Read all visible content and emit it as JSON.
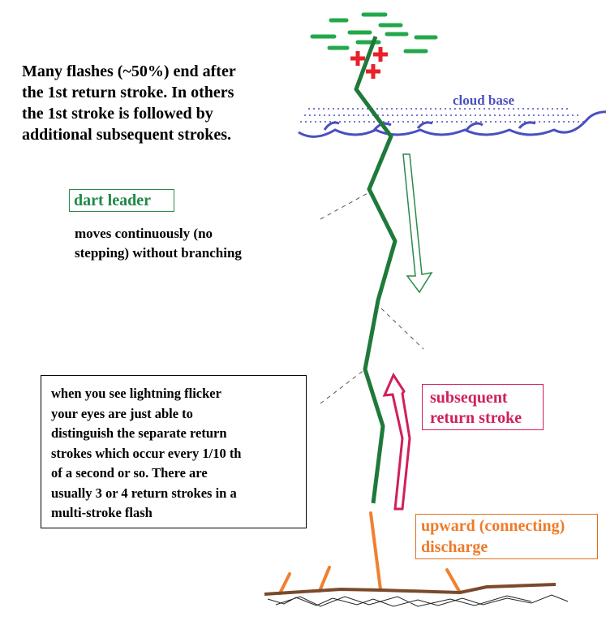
{
  "intro_text": "Many flashes (~50%) end after\nthe 1st return stroke.  In others\nthe 1st stroke is followed by\nadditional subsequent strokes.",
  "cloud_label": "cloud base",
  "dart_leader": {
    "label": "dart leader",
    "description": "moves continuously (no\nstepping) without branching"
  },
  "note": "when you see lightning flicker\nyour eyes are just able to\ndistinguish the separate return\nstrokes which occur every 1/10 th\nof a second or so.  There are\nusually 3 or 4 return strokes in a\nmulti-stroke flash",
  "return_stroke_label": "subsequent\nreturn stroke",
  "upward_label": "upward (connecting)\ndischarge",
  "colors": {
    "leader": "#1f7a3a",
    "negative_charge": "#22a84a",
    "positive_charge": "#e8202a",
    "cloud": "#4a4fc0",
    "return_stroke": "#d0205a",
    "upward": "#f08030",
    "ground": "#7a4a2a"
  }
}
